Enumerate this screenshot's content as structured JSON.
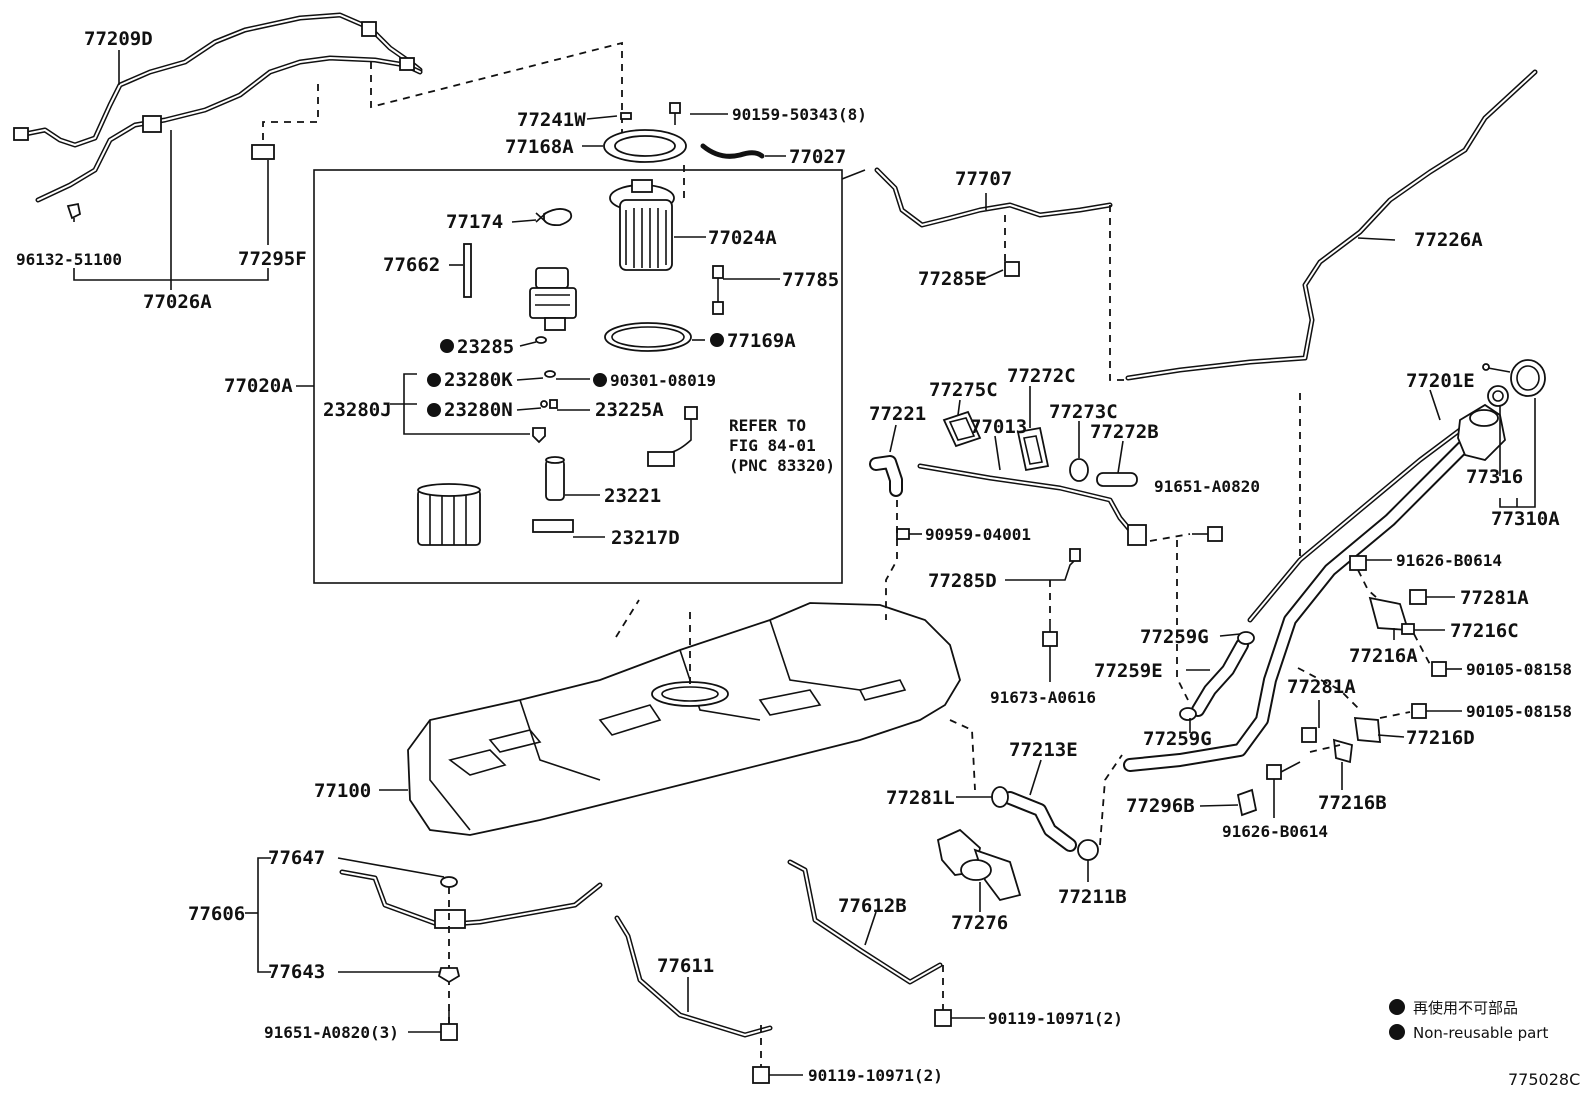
{
  "labels": [
    {
      "id": "p77209D",
      "text": "77209D"
    },
    {
      "id": "p96132",
      "text": "96132-51100"
    },
    {
      "id": "p77026A",
      "text": "77026A"
    },
    {
      "id": "p77295F",
      "text": "77295F"
    },
    {
      "id": "p77241W",
      "text": "77241W"
    },
    {
      "id": "p90159",
      "text": "90159-50343(8)"
    },
    {
      "id": "p77168A",
      "text": "77168A"
    },
    {
      "id": "p77027",
      "text": "77027"
    },
    {
      "id": "p77174",
      "text": "77174"
    },
    {
      "id": "p77024A",
      "text": "77024A"
    },
    {
      "id": "p77662",
      "text": "77662"
    },
    {
      "id": "p77785",
      "text": "77785"
    },
    {
      "id": "p23285",
      "text": "23285"
    },
    {
      "id": "p77169A",
      "text": "77169A"
    },
    {
      "id": "p77020A",
      "text": "77020A"
    },
    {
      "id": "p23280K",
      "text": "23280K"
    },
    {
      "id": "p90301",
      "text": "90301-08019"
    },
    {
      "id": "p23280J",
      "text": "23280J"
    },
    {
      "id": "p23280N",
      "text": "23280N"
    },
    {
      "id": "p23225A",
      "text": "23225A"
    },
    {
      "id": "pRefer1",
      "text": "REFER TO"
    },
    {
      "id": "pRefer2",
      "text": "FIG 84-01"
    },
    {
      "id": "pRefer3",
      "text": "(PNC 83320)"
    },
    {
      "id": "p23221",
      "text": "23221"
    },
    {
      "id": "p23217D",
      "text": "23217D"
    },
    {
      "id": "p77707",
      "text": "77707"
    },
    {
      "id": "p77285E",
      "text": "77285E"
    },
    {
      "id": "p77226A",
      "text": "77226A"
    },
    {
      "id": "p77275C",
      "text": "77275C"
    },
    {
      "id": "p77272C",
      "text": "77272C"
    },
    {
      "id": "p77221",
      "text": "77221"
    },
    {
      "id": "p77013",
      "text": "77013"
    },
    {
      "id": "p77273C",
      "text": "77273C"
    },
    {
      "id": "p77272B",
      "text": "77272B"
    },
    {
      "id": "p91651a",
      "text": "91651-A0820"
    },
    {
      "id": "p77201E",
      "text": "77201E"
    },
    {
      "id": "p77316",
      "text": "77316"
    },
    {
      "id": "p77310A",
      "text": "77310A"
    },
    {
      "id": "p90959",
      "text": "90959-04001"
    },
    {
      "id": "p91626a",
      "text": "91626-B0614"
    },
    {
      "id": "p77285D",
      "text": "77285D"
    },
    {
      "id": "p77281Aa",
      "text": "77281A"
    },
    {
      "id": "p77259Ga",
      "text": "77259G"
    },
    {
      "id": "p77216C",
      "text": "77216C"
    },
    {
      "id": "p77216A",
      "text": "77216A"
    },
    {
      "id": "p77259E",
      "text": "77259E"
    },
    {
      "id": "p90105a",
      "text": "90105-08158"
    },
    {
      "id": "p91673",
      "text": "91673-A0616"
    },
    {
      "id": "p77281Ab",
      "text": "77281A"
    },
    {
      "id": "p90105b",
      "text": "90105-08158"
    },
    {
      "id": "p77259Gb",
      "text": "77259G"
    },
    {
      "id": "p77216D",
      "text": "77216D"
    },
    {
      "id": "p77213E",
      "text": "77213E"
    },
    {
      "id": "p77100",
      "text": "77100"
    },
    {
      "id": "p77281L",
      "text": "77281L"
    },
    {
      "id": "p77296B",
      "text": "77296B"
    },
    {
      "id": "p77216B",
      "text": "77216B"
    },
    {
      "id": "p91626b",
      "text": "91626-B0614"
    },
    {
      "id": "p77211B",
      "text": "77211B"
    },
    {
      "id": "p77647",
      "text": "77647"
    },
    {
      "id": "p77606",
      "text": "77606"
    },
    {
      "id": "p77612B",
      "text": "77612B"
    },
    {
      "id": "p77276",
      "text": "77276"
    },
    {
      "id": "p77611",
      "text": "77611"
    },
    {
      "id": "p77643",
      "text": "77643"
    },
    {
      "id": "p91651b",
      "text": "91651-A0820(3)"
    },
    {
      "id": "p90119a",
      "text": "90119-10971(2)"
    },
    {
      "id": "p90119b",
      "text": "90119-10971(2)"
    }
  ],
  "legend": {
    "jp": "再使用不可部品",
    "en": "Non-reusable part"
  },
  "figure_code": "775028C"
}
